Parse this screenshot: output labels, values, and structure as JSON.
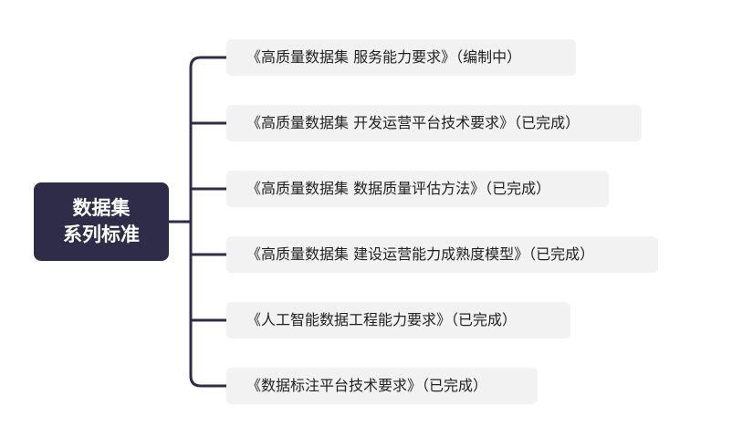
{
  "root": {
    "line1": "数据集",
    "line2": "系列标准"
  },
  "branches": [
    {
      "text": "《高质量数据集 服务能力要求》（编制中）"
    },
    {
      "text": "《高质量数据集 开发运营平台技术要求》（已完成）"
    },
    {
      "text": "《高质量数据集 数据质量评估方法》（已完成）"
    },
    {
      "text": "《高质量数据集 建设运营能力成熟度模型》（已完成）"
    },
    {
      "text": "《人工智能数据工程能力要求》（已完成）"
    },
    {
      "text": "《数据标注平台技术要求》（已完成）"
    }
  ],
  "colors": {
    "root_bg": "#2e2c48",
    "connector": "#2e2c48",
    "branch_bg": "#f2f2f2",
    "branch_text": "#222222"
  }
}
